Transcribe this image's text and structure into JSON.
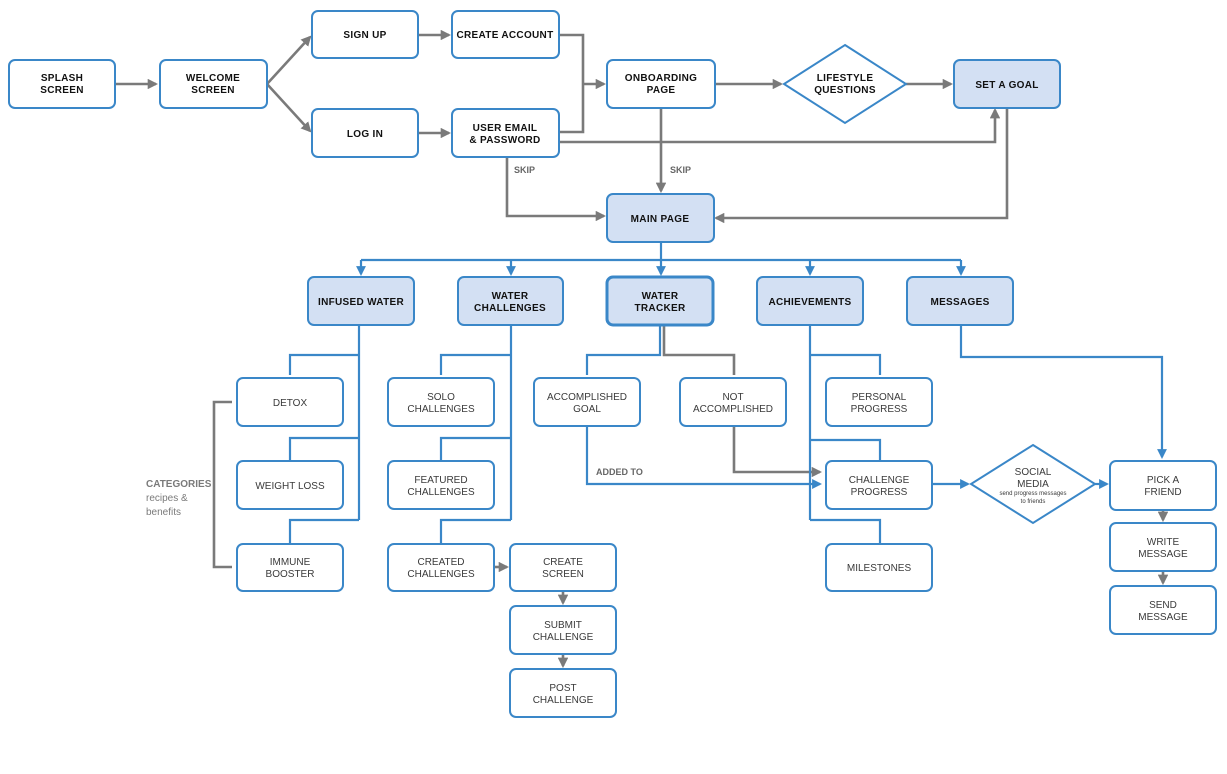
{
  "nodes": {
    "splash": [
      "SPLASH",
      "SCREEN"
    ],
    "welcome": [
      "WELCOME",
      "SCREEN"
    ],
    "signup": [
      "SIGN UP"
    ],
    "login": [
      "LOG IN"
    ],
    "create_account": [
      "CREATE ACCOUNT"
    ],
    "user_email": [
      "USER EMAIL",
      "& PASSWORD"
    ],
    "onboarding": [
      "ONBOARDING",
      "PAGE"
    ],
    "lifestyle": [
      "LIFESTYLE",
      "QUESTIONS"
    ],
    "set_goal": [
      "SET A GOAL"
    ],
    "main_page": [
      "MAIN PAGE"
    ],
    "infused_water": [
      "INFUSED WATER"
    ],
    "water_challenges": [
      "WATER",
      "CHALLENGES"
    ],
    "water_tracker": [
      "WATER",
      "TRACKER"
    ],
    "achievements": [
      "ACHIEVEMENTS"
    ],
    "messages": [
      "MESSAGES"
    ],
    "detox": [
      "DETOX"
    ],
    "weight_loss": [
      "WEIGHT LOSS"
    ],
    "immune_booster": [
      "IMMUNE",
      "BOOSTER"
    ],
    "solo_challenges": [
      "SOLO",
      "CHALLENGES"
    ],
    "featured_challenges": [
      "FEATURED",
      "CHALLENGES"
    ],
    "created_challenges": [
      "CREATED",
      "CHALLENGES"
    ],
    "create_screen": [
      "CREATE",
      "SCREEN"
    ],
    "submit_challenge": [
      "SUBMIT",
      "CHALLENGE"
    ],
    "post_challenge": [
      "POST",
      "CHALLENGE"
    ],
    "accomplished_goal": [
      "ACCOMPLISHED",
      "GOAL"
    ],
    "not_accomplished": [
      "NOT",
      "ACCOMPLISHED"
    ],
    "personal_progress": [
      "PERSONAL",
      "PROGRESS"
    ],
    "challenge_progress": [
      "CHALLENGE",
      "PROGRESS"
    ],
    "milestones": [
      "MILESTONES"
    ],
    "social_media": [
      "SOCIAL",
      "MEDIA"
    ],
    "social_media_sub": [
      "send progress messages",
      "to friends"
    ],
    "pick_friend": [
      "PICK A",
      "FRIEND"
    ],
    "write_message": [
      "WRITE",
      "MESSAGE"
    ],
    "send_message": [
      "SEND",
      "MESSAGE"
    ]
  },
  "edge_labels": {
    "skip_left": "SKIP",
    "skip_right": "SKIP",
    "added_to": "ADDED TO"
  },
  "categories": {
    "title": "CATEGORIES",
    "line1": "recipes &",
    "line2": "benefits"
  },
  "colors": {
    "accent": "#3a87c8",
    "highlight_fill": "#d3e0f3",
    "connector_gray": "#7a7a7a"
  }
}
